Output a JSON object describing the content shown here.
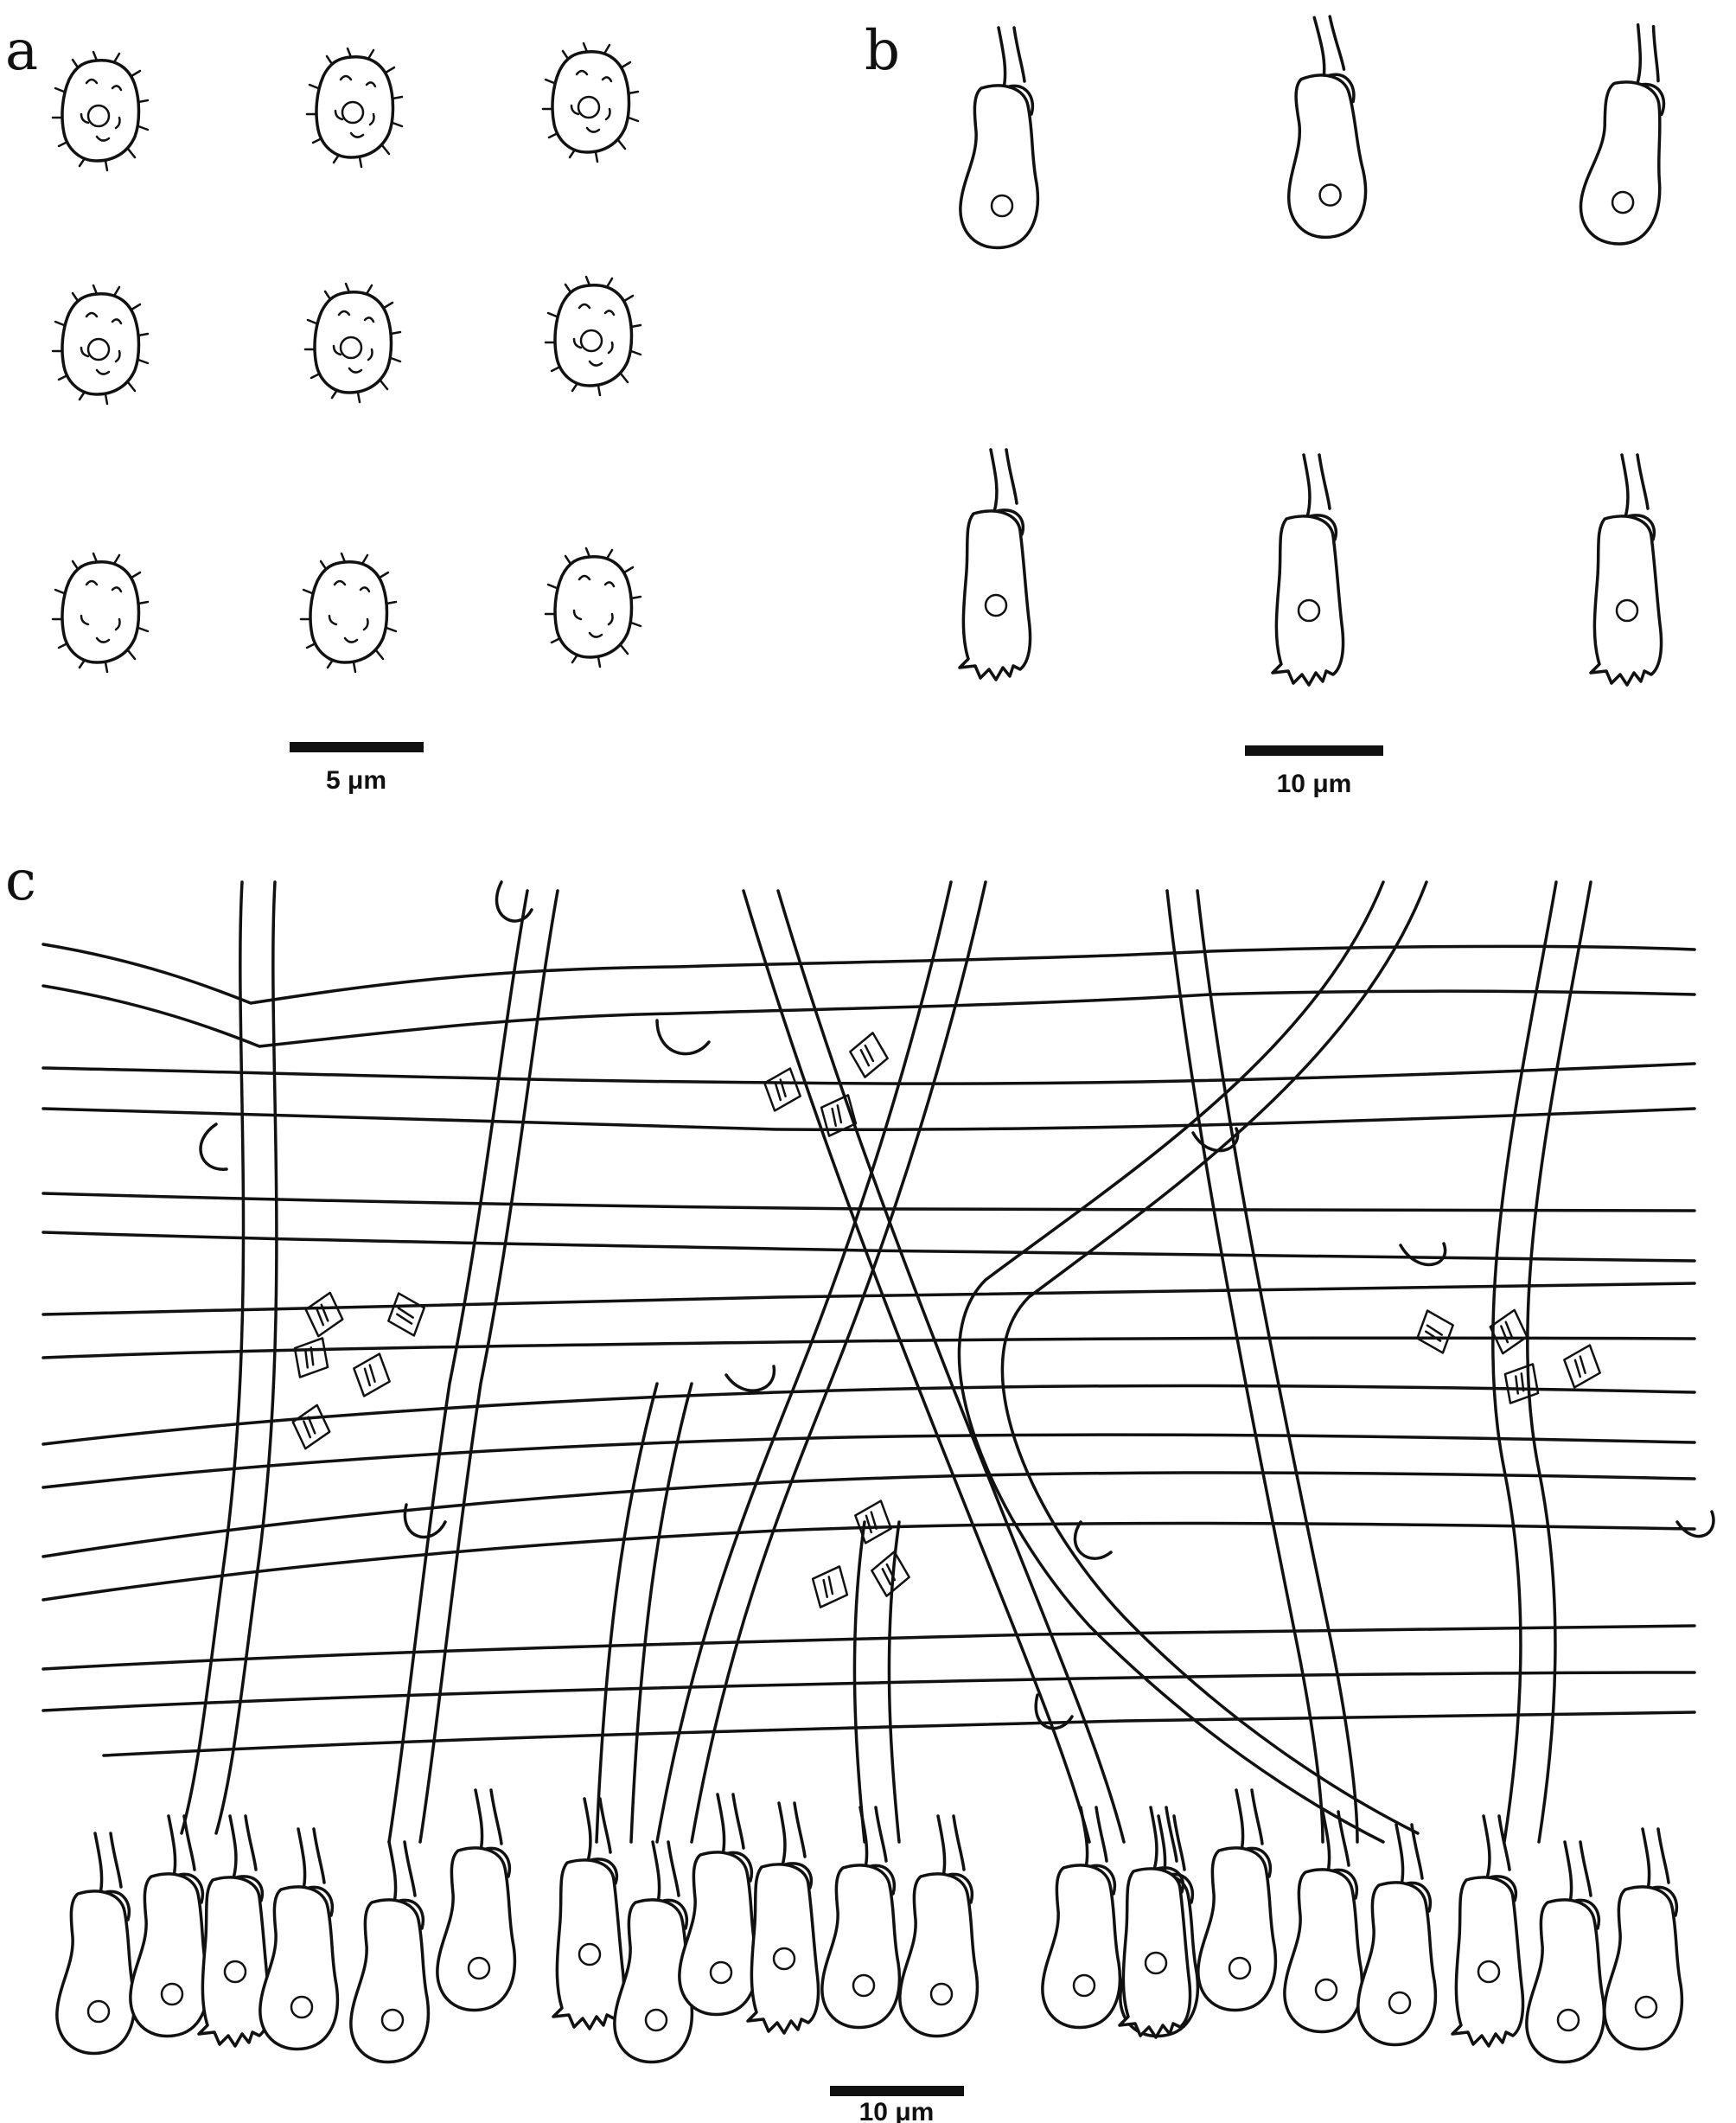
{
  "panels": {
    "a": {
      "letter": "a",
      "scale_label": "5 μm"
    },
    "b": {
      "letter": "b",
      "scale_label": "10 μm"
    },
    "c": {
      "letter": "c",
      "scale_label": "10 μm"
    }
  },
  "colors": {
    "ink": "#111111",
    "background": "#ffffff"
  }
}
